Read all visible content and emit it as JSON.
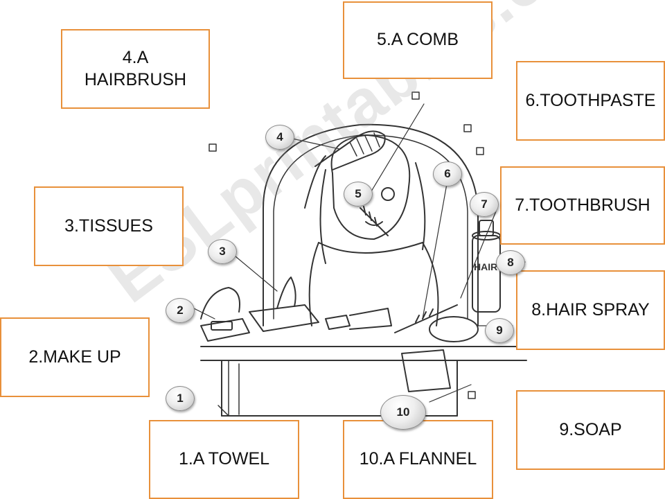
{
  "labels": {
    "towel": "1.A TOWEL",
    "make_up": "2.MAKE UP",
    "tissues": "3.TISSUES",
    "hairbrush_line1": "4.A",
    "hairbrush_line2": "HAIRBRUSH",
    "comb": "5.A COMB",
    "toothpaste": "6.TOOTHPASTE",
    "toothbrush": "7.TOOTHBRUSH",
    "hair_spray": "8.HAIR SPRAY",
    "soap": "9.SOAP",
    "flannel": "10.A FLANNEL"
  },
  "markers": [
    "1",
    "2",
    "3",
    "4",
    "5",
    "6",
    "7",
    "8",
    "9",
    "10"
  ],
  "watermark": "ESLprintables.com",
  "bottle_text": "HAIR",
  "colors": {
    "label_border": "#e8903a",
    "marker_fill": "#e6e6e6",
    "watermark": "#969696",
    "line_art": "#333333"
  }
}
